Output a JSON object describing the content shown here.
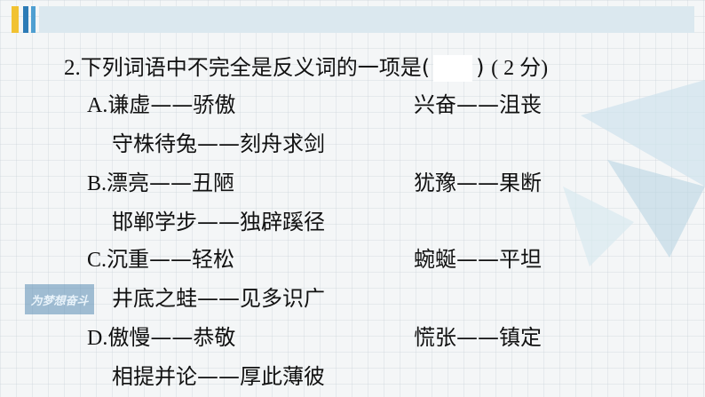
{
  "question": {
    "number": "2.",
    "stem": "下列词语中不完全是反义词的一项是(",
    "close_paren": ")",
    "score": "( 2 分)"
  },
  "options": [
    {
      "letter": "A.",
      "pair1": "谦虚——骄傲",
      "pair2": "兴奋——沮丧",
      "pair3": "守株待兔——刻舟求剑"
    },
    {
      "letter": "B.",
      "pair1": "漂亮——丑陋",
      "pair2": "犹豫——果断",
      "pair3": "邯郸学步——独辟蹊径"
    },
    {
      "letter": "C.",
      "pair1": "沉重——轻松",
      "pair2": "蜿蜒——平坦",
      "pair3": "井底之蛙——见多识广"
    },
    {
      "letter": "D.",
      "pair1": "傲慢——恭敬",
      "pair2": "慌张——镇定",
      "pair3": "相提并论——厚此薄彼"
    }
  ],
  "watermark": "为梦想奋斗",
  "colors": {
    "accent_yellow": "#f1c232",
    "accent_blue": "#2c7bb6",
    "header_bar": "#dbe8ef"
  }
}
